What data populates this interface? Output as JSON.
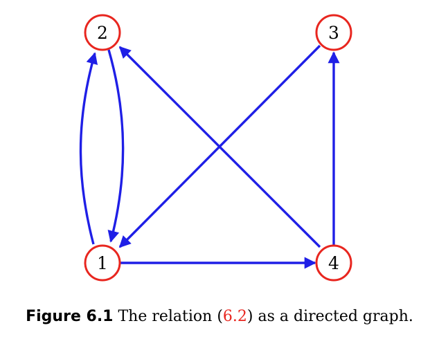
{
  "diagram": {
    "nodes": [
      {
        "id": "1",
        "label": "1"
      },
      {
        "id": "2",
        "label": "2"
      },
      {
        "id": "3",
        "label": "3"
      },
      {
        "id": "4",
        "label": "4"
      }
    ],
    "edges": [
      {
        "from": "1",
        "to": "2"
      },
      {
        "from": "2",
        "to": "1"
      },
      {
        "from": "3",
        "to": "1"
      },
      {
        "from": "4",
        "to": "2"
      },
      {
        "from": "4",
        "to": "3"
      },
      {
        "from": "1",
        "to": "4"
      }
    ],
    "colors": {
      "node_stroke": "#e8261f",
      "edge": "#1f1fe6"
    }
  },
  "caption": {
    "label": "Figure 6.1",
    "text_before": "The relation (",
    "ref": "6.2",
    "text_after": ") as a directed graph."
  }
}
